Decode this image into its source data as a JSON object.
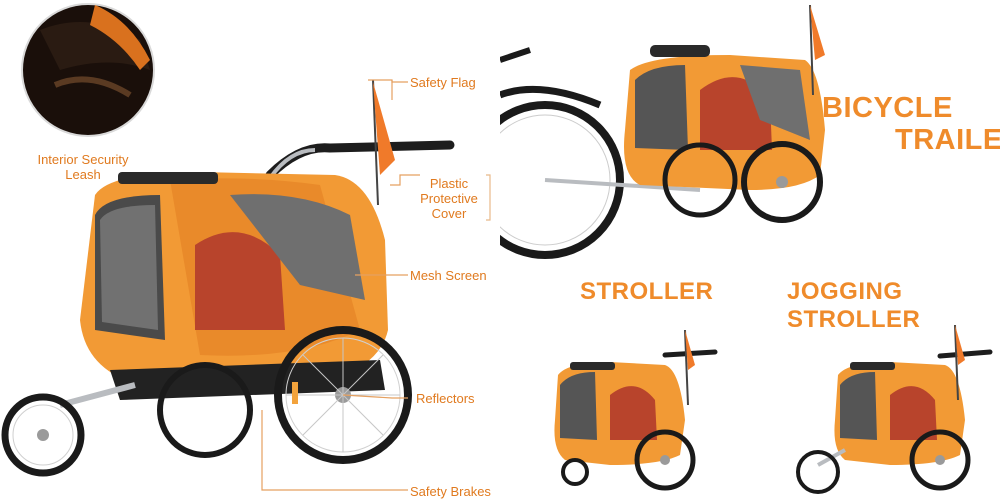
{
  "callouts": {
    "interior_leash": "Interior Security Leash",
    "safety_flag": "Safety Flag",
    "plastic_cover": "Plastic Protective Cover",
    "mesh_screen": "Mesh Screen",
    "reflectors": "Reflectors",
    "safety_brakes": "Safety Brakes"
  },
  "modes": {
    "bicycle_line1": "BICYCLE",
    "bicycle_line2": "TRAILER",
    "stroller": "STROLLER",
    "jogging": "JOGGING STROLLER"
  },
  "colors": {
    "accent": "#ef8b2b",
    "trailer_orange": "#f29a35",
    "frame_gray": "#b9bcc0",
    "tire_black": "#1a1a1a"
  }
}
